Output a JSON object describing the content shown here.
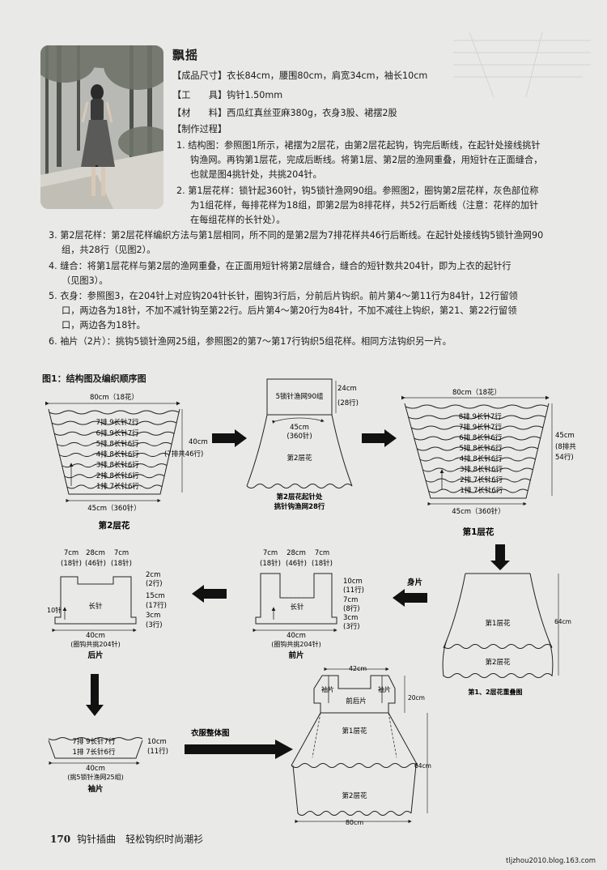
{
  "title": "飘摇",
  "specs": {
    "size": "【成品尺寸】衣长84cm，腰围80cm，肩宽34cm，袖长10cm",
    "tools": "【工　　具】钩针1.50mm",
    "material": "【材　　料】西瓜红真丝亚麻380g，衣身3股、裙摆2股",
    "process_head": "【制作过程】"
  },
  "steps": [
    [
      "1.  结构图：参照图1所示，裙摆为2层花，由第2层花起钩，钩完后断线，在起针处接线挑针",
      "钩渔网。再钩第1层花，完成后断线。将第1层、第2层的渔网重叠，用短针在正面缝合，",
      "也就是图4挑针处，共挑204针。"
    ],
    [
      "2.  第1层花样：锁针起360针，钩5锁针渔网90组。参照图2，圈钩第2层花样，灰色部位称",
      "为1组花样，每排花样为18组，即第2层为8排花样，共52行后断线（注意：花样的加针",
      "在每组花样的长针处）。"
    ],
    [
      "3.  第2层花样：第2层花样编织方法与第1层相同，所不同的是第2层为7排花样共46行后断线。在起针处接线钩5锁针渔网90",
      "组，共28行（见图2）。"
    ],
    [
      "4.  缝合：将第1层花样与第2层的渔网重叠，在正面用短针将第2层缝合，缝合的短针数共204针，即为上衣的起针行",
      "（见图3）。"
    ],
    [
      "5.  衣身：参照图3，在204针上对应钩204针长针，圈钩3行后，分前后片钩织。前片第4～第11行为84针，12行留领",
      "口，两边各为18针，不加不减针钩至第22行。后片第4～第20行为84针，不加不减往上钩织，第21、第22行留领",
      "口，两边各为18针。"
    ],
    [
      "6.  袖片（2片）：挑钩5锁针渔网25组，参照图2的第7～第17行钩织5组花样。相同方法钩织另一片。"
    ]
  ],
  "figure_title": "图1：结构图及编织顺序图",
  "fig": {
    "top_width": "80cm（18花）",
    "height40": "40cm",
    "rows46": "(7排共46行)",
    "bottom45": "45cm（360针）",
    "layer2_caption": "第2层花",
    "rows_l2": [
      "7排  9长针7行",
      "6排  9长针7行",
      "5排  8长针6行",
      "4排  8长针6行",
      "3排  8长针6行",
      "2排  8长针6行",
      "1排  7长针6行"
    ],
    "mesh_label": "5锁针渔网90组",
    "h24": "24cm",
    "r28": "(28行)",
    "w45": "45cm",
    "s360": "(360针)",
    "l2_in_skirt": "第2层花",
    "skirt_caption1": "第2层花起针处",
    "skirt_caption2": "挑针钩渔网28行",
    "top_width_l1": "80cm（18花）",
    "h45": "45cm",
    "rows8": "(8排共",
    "r54": "54行)",
    "bottom45_l1": "45cm（360针）",
    "layer1_caption": "第1层花",
    "rows_l1": [
      "8排  9长针7行",
      "7排  9长针7行",
      "6排  8长针6行",
      "5排  8长针6行",
      "4排  8长针6行",
      "3排  8长针6行",
      "2排  7长针6行",
      "1排  7长针6行"
    ],
    "overlap_l1": "第1层花",
    "overlap_l2": "第2层花",
    "h64": "64cm",
    "overlap_caption": "第1、2层花重叠图",
    "shen_pian": "身片",
    "front": {
      "w7a": "7cm",
      "w28": "28cm",
      "w7b": "7cm",
      "s18a": "(18针)",
      "s46": "(46针)",
      "s18b": "(18针)",
      "h10": "10cm",
      "r11": "(11行)",
      "h7": "7cm",
      "r8": "(8行)",
      "h3": "3cm",
      "r3": "(3行)",
      "body": "长针",
      "w40": "40cm",
      "pick": "(圈钩共挑204针)",
      "caption": "前片"
    },
    "back": {
      "w7a": "7cm",
      "w28": "28cm",
      "w7b": "7cm",
      "s18a": "(18针)",
      "s46": "(46针)",
      "s18b": "(18针)",
      "h2": "2cm",
      "r2": "(2行)",
      "h15": "15cm",
      "r17": "(17行)",
      "h3": "3cm",
      "r3": "(3行)",
      "side": "10针",
      "body": "长针",
      "w40": "40cm",
      "pick": "(圈钩共挑204针)",
      "caption": "后片"
    },
    "sleeve": {
      "rows": [
        "7排  9长针7行",
        "1排  7长针6行"
      ],
      "h10": "10cm",
      "r11": "(11行)",
      "w40": "40cm",
      "pick": "(挑5锁针渔网25组)",
      "caption": "袖片"
    },
    "whole_label": "衣服整体图",
    "whole": {
      "w42": "42cm",
      "sleeve_l": "袖片",
      "sleeve_r": "袖片",
      "fb": "前后片",
      "h20": "20cm",
      "l1": "第1层花",
      "l2": "第2层花",
      "h64": "64cm",
      "w80": "80cm"
    }
  },
  "footer": {
    "page": "170",
    "book": "钩针插曲　轻松钩织时尚潮衫"
  },
  "credit": "tljzhou2010.blog.163.com",
  "colors": {
    "paper": "#e9e9e7",
    "ink": "#1c1c1c",
    "shade": "#9a9a98"
  }
}
